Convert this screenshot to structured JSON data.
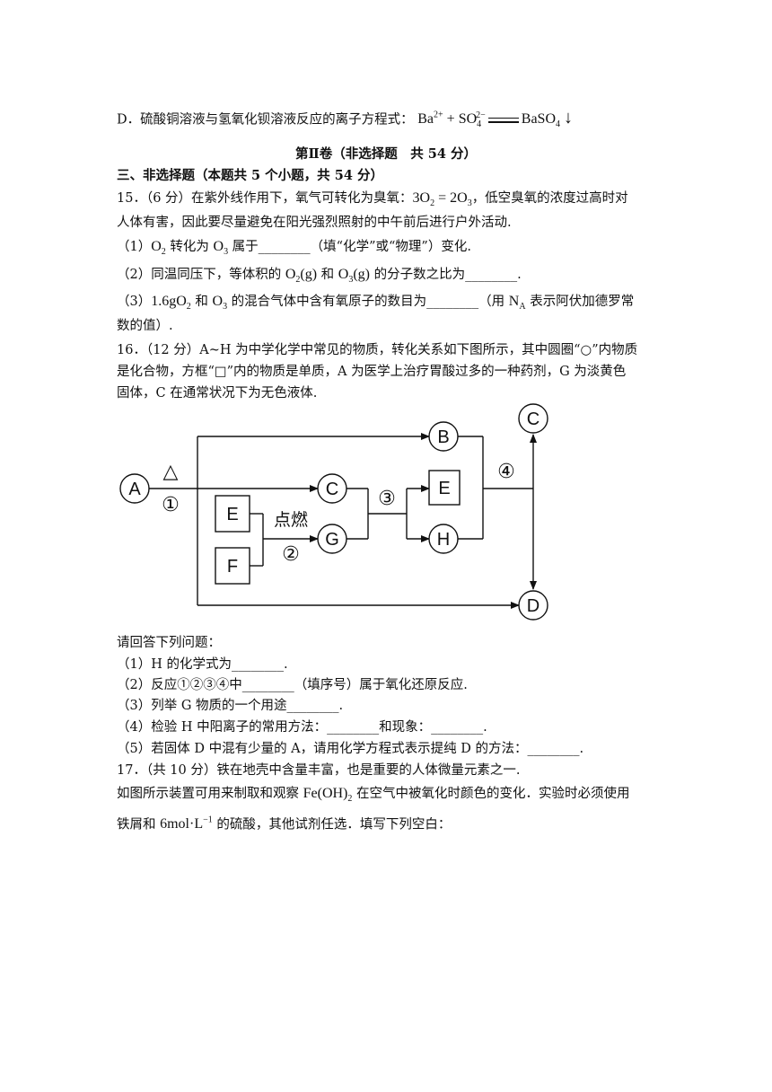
{
  "optionD": {
    "text": "D．硫酸铜溶液与氢氧化钡溶液反应的离子方程式：",
    "f_ba": "Ba",
    "f_ba_sup": "2+",
    "f_plus": "+",
    "f_so": "SO",
    "f_so_sub": "4",
    "f_so_sup": "2−",
    "f_baso": "BaSO",
    "f_baso_sub": "4",
    "f_arrow": "↓"
  },
  "section": {
    "title": "第Ⅱ卷（非选择题　共 54 分）",
    "heading": "三、非选择题（本题共 5 个小题，共 54 分）"
  },
  "q15": {
    "intro_a": "15．（6 分）在紫外线作用下，氧气可转化为臭氧：",
    "eq_l": "3O",
    "eq_l_sub": "2",
    "eq_mid": " = 2O",
    "eq_r_sub": "3",
    "intro_b": "，低空臭氧的浓度过高时对",
    "intro_c": "人体有害，因此要尽量避免在阳光强烈照射的中午前后进行户外活动.",
    "p1_a": "（1）",
    "p1_o2": "O",
    "p1_o2_sub": "2",
    "p1_mid": " 转化为 ",
    "p1_o3": "O",
    "p1_o3_sub": "3",
    "p1_b": " 属于________（填“化学”或“物理”）变化.",
    "p2_a": "（2）同温同压下，等体积的 ",
    "p2_o2": "O",
    "p2_o2_sub": "2",
    "p2_g1": "(g)",
    "p2_and": " 和 ",
    "p2_o3": "O",
    "p2_o3_sub": "3",
    "p2_g2": "(g)",
    "p2_b": " 的分子数之比为________.",
    "p3_a": "（3）",
    "p3_mass": "1.6gO",
    "p3_mass_sub": "2",
    "p3_and": " 和 ",
    "p3_o3": "O",
    "p3_o3_sub": "3",
    "p3_b": " 的混合气体中含有氧原子的数目为________（用 ",
    "p3_na": "N",
    "p3_na_sub": "A",
    "p3_c": " 表示阿伏加德罗常",
    "p3_d": "数的值）."
  },
  "q16": {
    "intro_a": "16．（12 分）A~H 为中学化学中常见的物质，转化关系如下图所示，其中圆圈“○”内物质",
    "intro_b": "是化合物，方框“□”内的物质是单质，A 为医学上治疗胃酸过多的一种药剂，G 为淡黄色",
    "intro_c": "固体，C 在通常状况下为无色液体.",
    "ask": "请回答下列问题：",
    "p1": "（1）H 的化学式为________.",
    "p2": "（2）反应①②③④中________（填序号）属于氧化还原反应.",
    "p3": "（3）列举 G 物质的一个用途________.",
    "p4": "（4）检验 H 中阳离子的常用方法：________和现象：________.",
    "p5": "（5）若固体 D 中混有少量的 A，请用化学方程式表示提纯 D 的方法：________."
  },
  "diagram": {
    "node_A": "A",
    "node_B": "B",
    "node_C1": "C",
    "node_C2": "C",
    "node_D": "D",
    "node_E1": "E",
    "node_E2": "E",
    "node_F": "F",
    "node_G": "G",
    "node_H": "H",
    "heat": "△",
    "r1": "①",
    "r2": "②",
    "r3": "③",
    "r4": "④",
    "ignite": "点燃"
  },
  "q17": {
    "intro_a": "17．（共 10 分）铁在地壳中含量丰富，也是重要的人体微量元素之一.",
    "intro_b1": "如图所示装置可用来制取和观察 ",
    "fe": "Fe(OH)",
    "fe_sub": "2",
    "intro_b2": " 在空气中被氧化时颜色的变化．实验时必须使用",
    "intro_c1": "铁屑和 ",
    "conc": "6mol·L",
    "conc_sup": "−1",
    "intro_c2": " 的硫酸，其他试剂任选．填写下列空白："
  }
}
